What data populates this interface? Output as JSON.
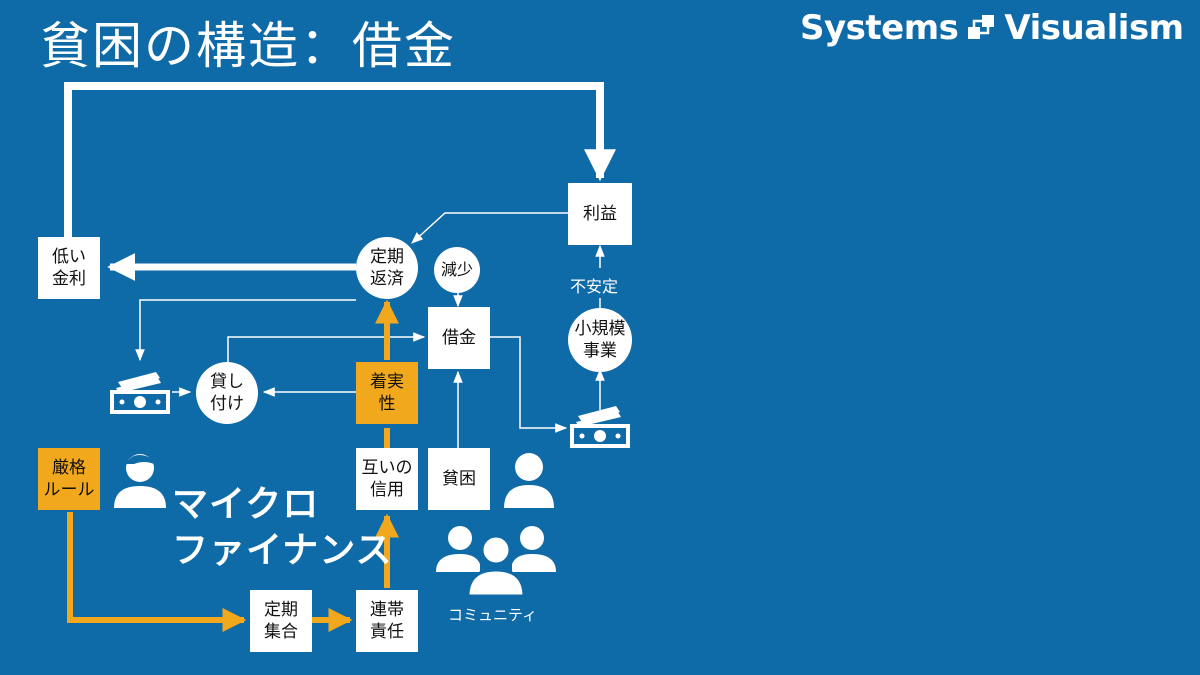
{
  "title": "貧困の構造：借金",
  "brand": {
    "name": "Systems",
    "name2": "Visualism"
  },
  "nodes": {
    "rieki": "利益",
    "teiki_hensai": "定期\n返済",
    "hikui_kinri": "低い\n金利",
    "gensho": "減少",
    "shakkin": "借金",
    "kashitsuke": "貸し\n付け",
    "chakujitsusei": "着実\n性",
    "shokibo_jigyo": "小規模\n事業",
    "fuantei": "不安定",
    "tagai_shinyo": "互いの\n信用",
    "hinkon": "貧困",
    "genkaku_rule": "厳格\nルール",
    "teiki_shugo": "定期\n集合",
    "rentai_sekinin": "連帯\n責任"
  },
  "labels": {
    "microfinance": "マイクロ\nファイナンス",
    "community": "コミュニティ"
  },
  "icons": [
    "money-bill-icon-left",
    "money-bill-icon-right",
    "banker-icon",
    "person-icon",
    "community-group-icon",
    "systems-visualism-logo-icon"
  ],
  "colors": {
    "background": "#0f6aa8",
    "orange": "#f2a81d",
    "white": "#ffffff"
  }
}
